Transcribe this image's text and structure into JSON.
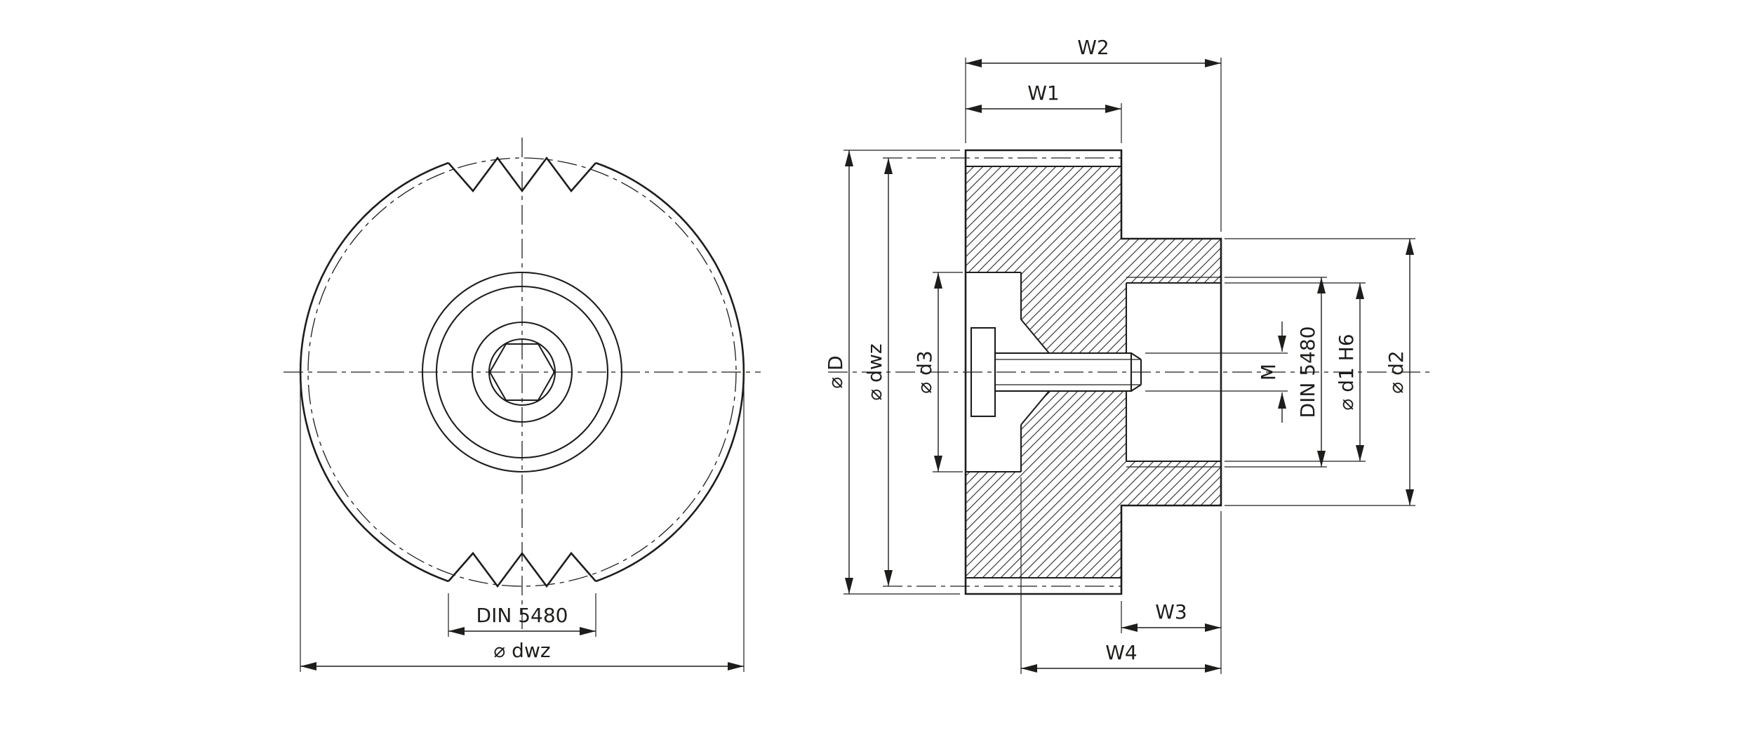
{
  "drawing": {
    "type": "technical-drawing",
    "views": {
      "front_view": {
        "dim_spline": "DIN 5480",
        "dim_dwz": "⌀ dwz"
      },
      "section_view": {
        "dim_w1": "W1",
        "dim_w2": "W2",
        "dim_w3": "W3",
        "dim_w4": "W4",
        "dim_D": "⌀ D",
        "dim_dwz": "⌀ dwz",
        "dim_d3": "⌀ d3",
        "dim_M": "M",
        "dim_din": "DIN 5480",
        "dim_d1": "⌀ d1 H6",
        "dim_d2": "⌀ d2"
      }
    },
    "colors": {
      "line": "#1d1d1b",
      "hatch": "#3c3c3c",
      "background": "#ffffff"
    }
  }
}
